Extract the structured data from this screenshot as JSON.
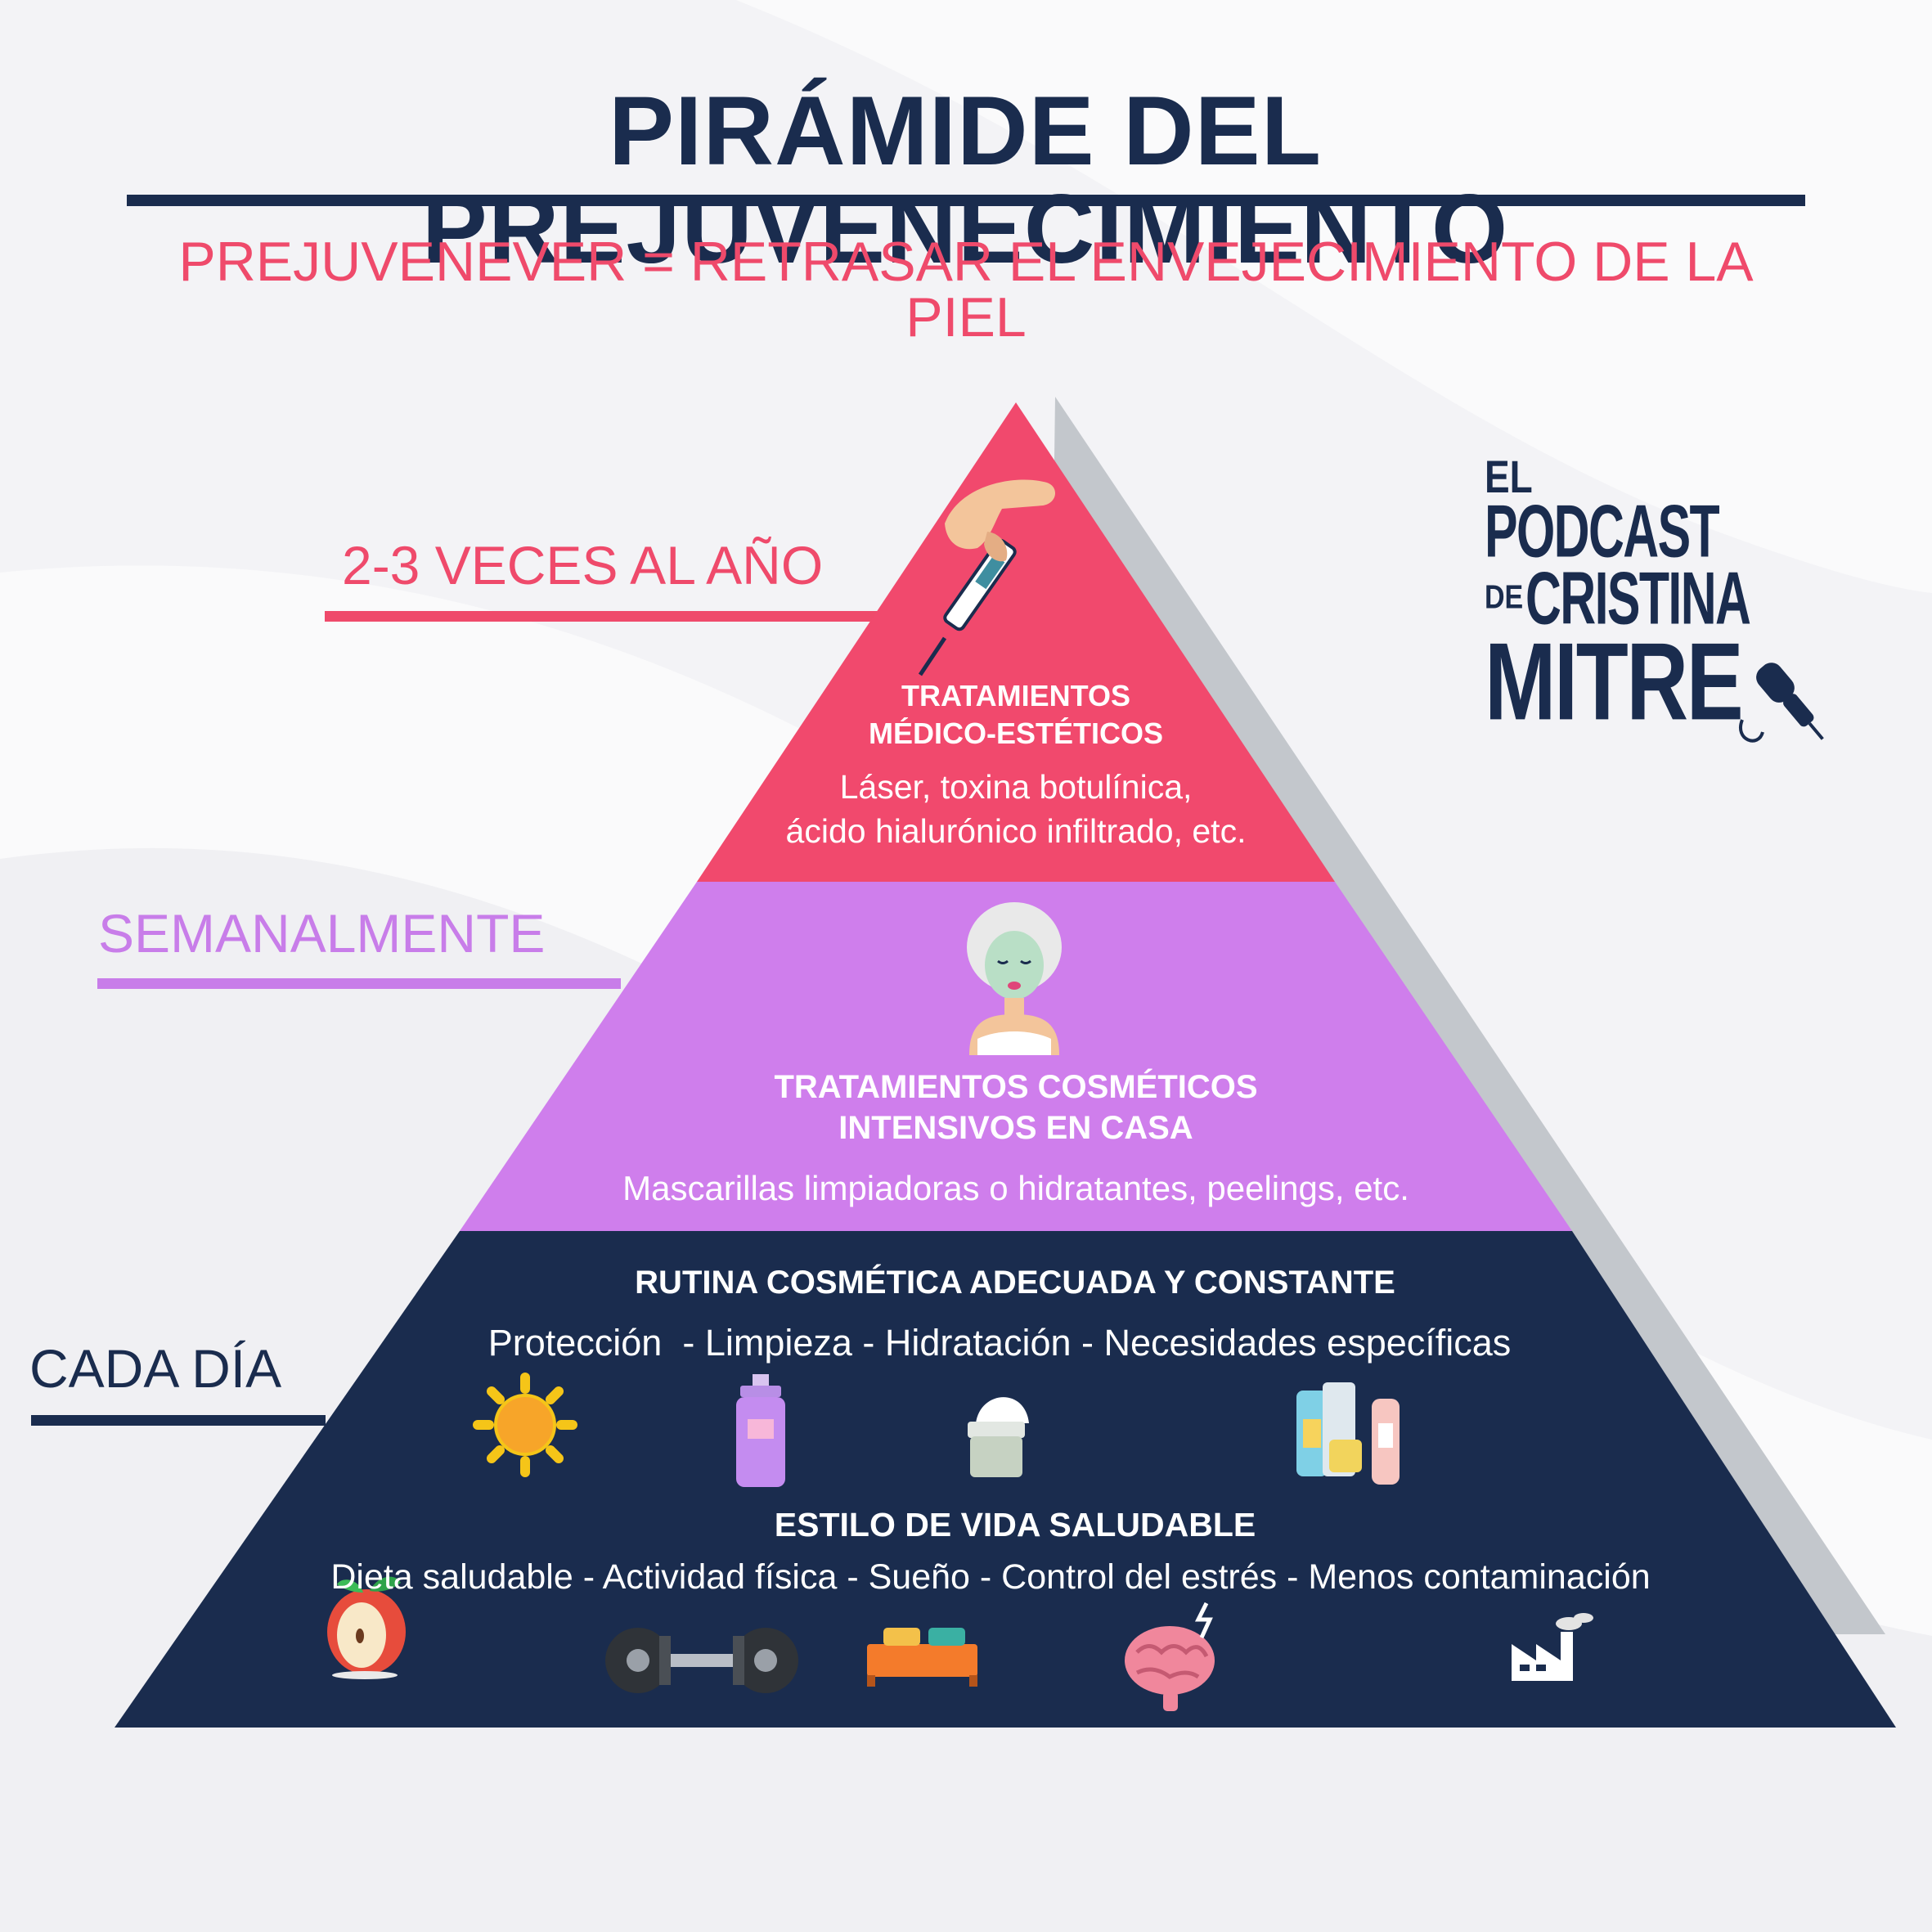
{
  "title": "PIRÁMIDE DEL PREJUVENECIMIENTO",
  "subtitle": "PREJUVENEVER = RETRASAR EL ENVEJECIMIENTO DE LA PIEL",
  "colors": {
    "navy": "#1a2c4e",
    "pink": "#f1496d",
    "purple": "#cf7eec",
    "shadow": "#c3c7cc",
    "subtitle": "#ef4a6b"
  },
  "frequencies": {
    "top": "2-3 VECES AL AÑO",
    "middle": "SEMANALMENTE",
    "bottom": "CADA DÍA"
  },
  "tiers": {
    "top": {
      "heading_line1": "TRATAMIENTOS",
      "heading_line2": "MÉDICO-ESTÉTICOS",
      "body_line1": "Láser, toxina botulínica,",
      "body_line2": "ácido hialurónico infiltrado, etc.",
      "icon": "syringe-hand-icon"
    },
    "middle": {
      "heading_line1": "TRATAMIENTOS COSMÉTICOS",
      "heading_line2": "INTENSIVOS EN CASA",
      "body": "Mascarillas limpiadoras o hidratantes, peelings, etc.",
      "icon": "face-mask-woman-icon"
    },
    "bottom": {
      "routine_heading": "RUTINA COSMÉTICA ADECUADA Y CONSTANTE",
      "routine_items": "Protección  - Limpieza - Hidratación - Necesidades específicas",
      "routine_icons": [
        "sun-icon",
        "cleanser-bottle-icon",
        "cream-jar-icon",
        "skincare-products-icon"
      ],
      "lifestyle_heading": "ESTILO DE VIDA SALUDABLE",
      "lifestyle_items": "Dieta saludable - Actividad física - Sueño - Control del estrés - Menos contaminación",
      "lifestyle_icons": [
        "apple-icon",
        "dumbbell-icon",
        "bed-icon",
        "brain-stress-icon",
        "factory-icon"
      ]
    }
  },
  "logo": {
    "line1": "EL",
    "line2": "PODCAST",
    "line3_small": "DE",
    "line3": "CRISTINA",
    "line4": "MITRE",
    "icon": "microphone-icon"
  }
}
